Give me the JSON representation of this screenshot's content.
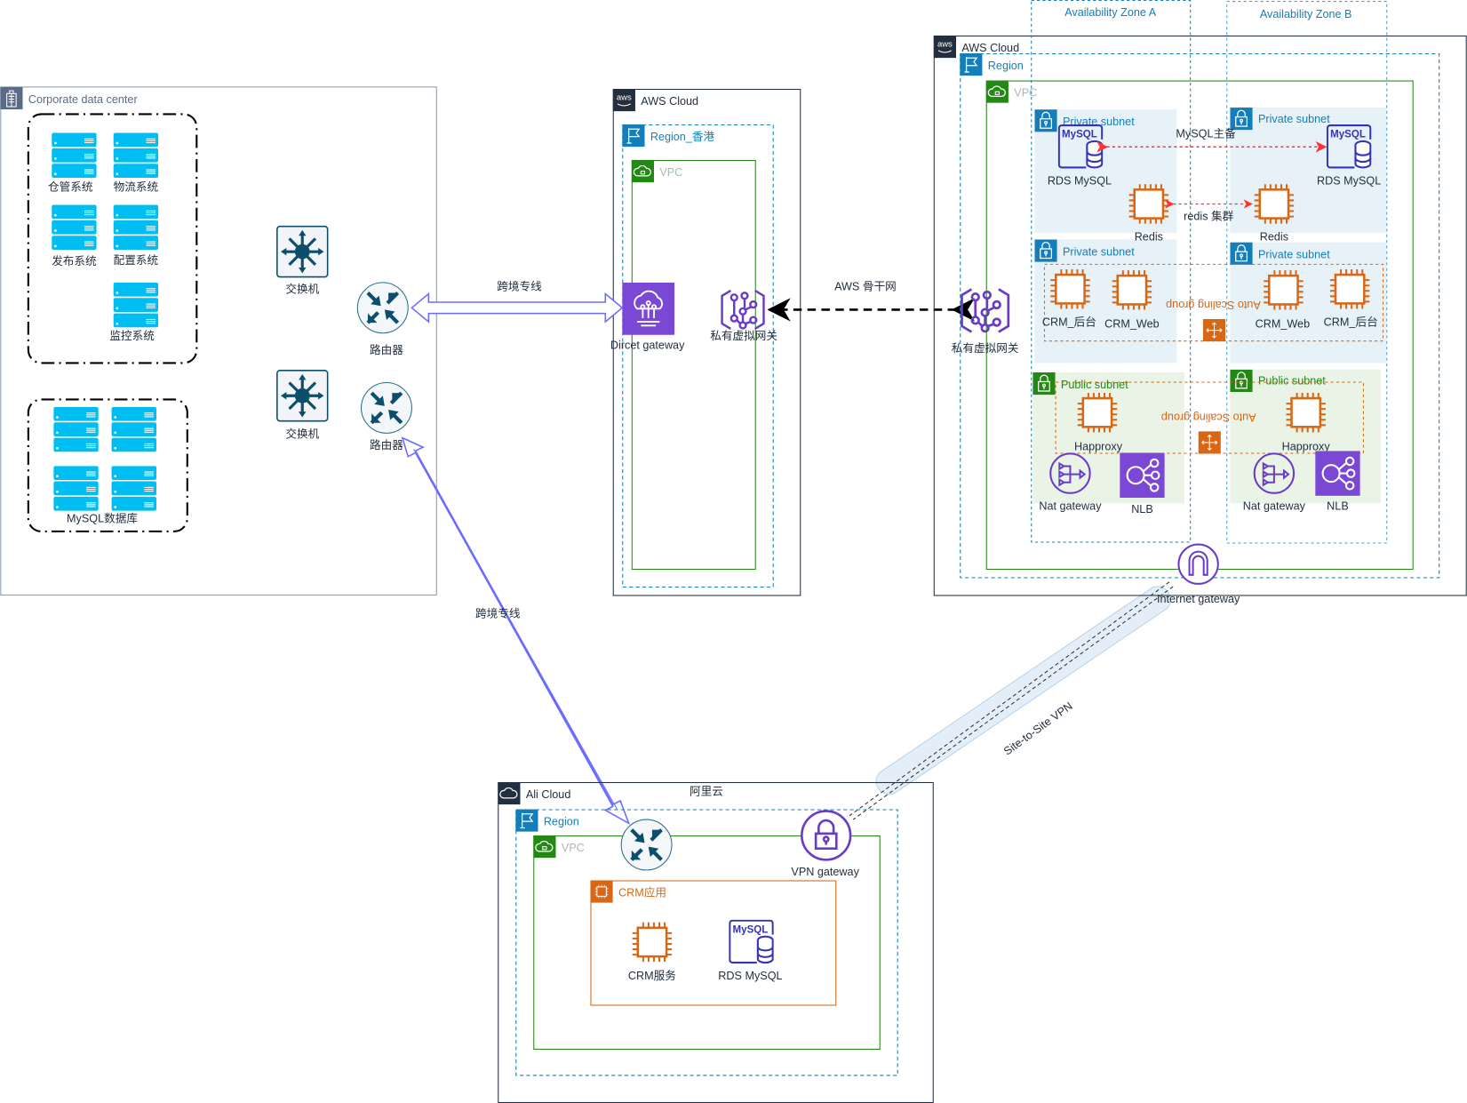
{
  "colors": {
    "aws_dark": "#232f3e",
    "region_blue": "#147eba",
    "vpc_green": "#248814",
    "ec2_orange": "#d86613",
    "rds_blue": "#3334b9",
    "network_purple": "#693cc5",
    "server_cyan": "#00bdf2",
    "cisco_teal": "#0b4f6c",
    "link_purple": "#6b6bff",
    "replica_red": "#ff3333",
    "private_subnet_bg": "#e6f2f8",
    "public_subnet_bg": "#e9f3e6"
  },
  "icon_lettering": {
    "mysql": "MySQL",
    "aws": "aws"
  },
  "corporate": {
    "title": "Corporate data center",
    "systems": [
      "仓管系统",
      "物流系统",
      "发布系统",
      "配置系统",
      "监控系统"
    ],
    "db_label": "MySQL数据库",
    "switch_label": "交换机",
    "router_label": "路由器"
  },
  "links": {
    "cross_border_1": "跨境专线",
    "cross_border_2": "跨境专线",
    "backbone": "AWS 骨干网",
    "vpn": "Site-to-Site VPN"
  },
  "aws_hk": {
    "cloud": "AWS Cloud",
    "region": "Region_香港",
    "vpc": "VPC",
    "direct_gateway": "Dircet gateway",
    "vgw": "私有虚拟网关"
  },
  "aws_main": {
    "cloud": "AWS Cloud",
    "region": "Region",
    "vpc": "VPC",
    "az_a": "Availability Zone A",
    "az_b": "Availability Zone B",
    "vgw": "私有虚拟网关",
    "private_subnet": "Private subnet",
    "public_subnet": "Public subnet",
    "rds": "RDS MySQL",
    "redis": "Redis",
    "mysql_replication": "MySQL主备",
    "redis_cluster": "redis 集群",
    "asg": "Auto Scaling group",
    "crm_backend": "CRM_后台",
    "crm_web": "CRM_Web",
    "happroxy": "Happroxy",
    "nat": "Nat gateway",
    "nlb": "NLB",
    "igw": "Internet gateway"
  },
  "ali": {
    "cloud": "Ali Cloud",
    "title": "阿里云",
    "region": "Region",
    "vpc": "VPC",
    "vpn_gateway": "VPN gateway",
    "crm_group": "CRM应用",
    "crm_service": "CRM服务",
    "rds": "RDS MySQL"
  }
}
